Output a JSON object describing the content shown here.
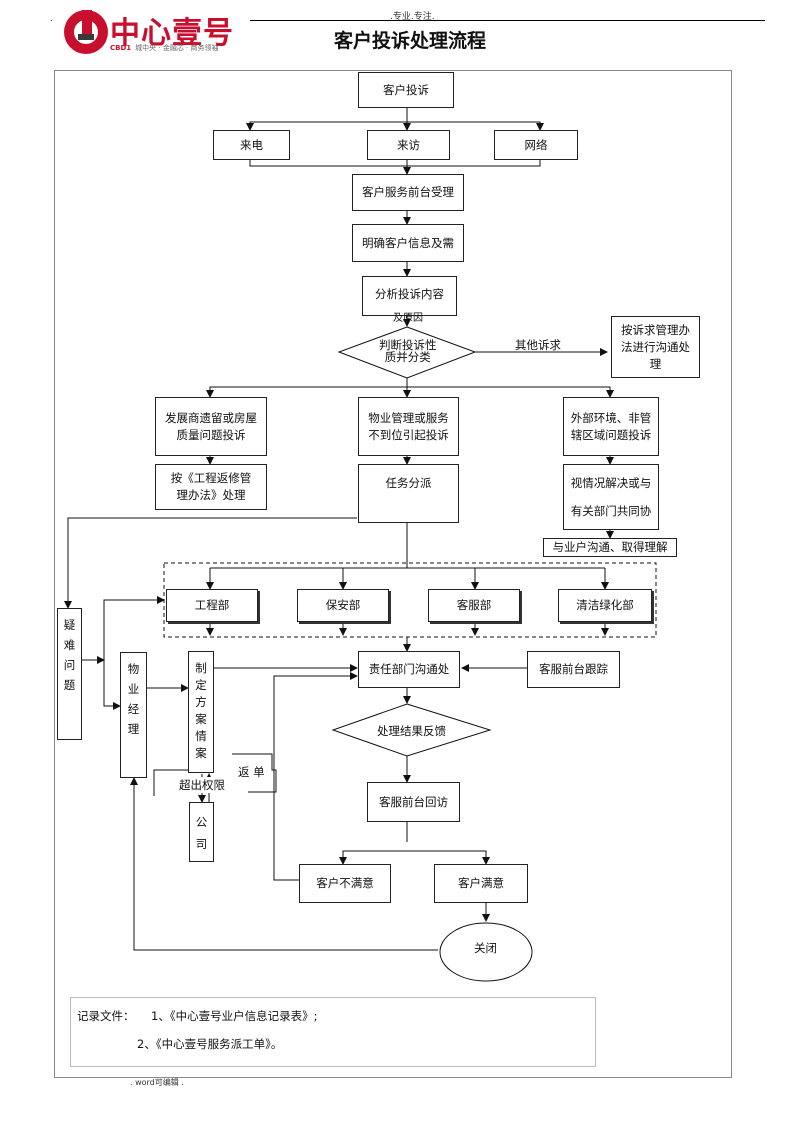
{
  "header": {
    "dot": ".",
    "note": ".专业.专注.",
    "logo_text": "中心壹号",
    "logo_sub_brand": "CBD1",
    "logo_sub_tagline": "城中央 · 金融芯 · 商务领袖",
    "title": "客户投诉处理流程"
  },
  "nodes": {
    "complaint": "客户投诉",
    "phone": "来电",
    "visit": "来访",
    "network": "网络",
    "front_desk": "客户服务前台受理",
    "confirm_info": "明确客户信息及需",
    "analyze": "分析投诉内容",
    "analyze_cause": "及原因",
    "judge_line1": "判断投诉性",
    "judge_line2": "质并分类",
    "other_label": "其他诉求",
    "other_handle": "按诉求管理办法进行沟通处理",
    "developer": "发展商遗留或房屋质量问题投诉",
    "property_mgmt": "物业管理或服务不到位引起投诉",
    "external": "外部环境、非管辖区域问题投诉",
    "engineering_method": "按《工程返修管理办法》处理",
    "dispatch": "任务分派",
    "case_line1": "视情况解决或与",
    "case_line2": "有关部门共同协",
    "owner_comm": "与业户沟通、取得理解",
    "dept_engineering": "工程部",
    "dept_security": "保安部",
    "dept_customer": "客服部",
    "dept_cleaning": "清洁绿化部",
    "difficult": [
      "疑",
      "难",
      "问",
      "题"
    ],
    "manager": [
      "物",
      "业",
      "经",
      "理"
    ],
    "plan": [
      "制",
      "定",
      "方",
      "案",
      "情",
      "案"
    ],
    "company": [
      "公",
      "司"
    ],
    "exceed_label": "超出权限",
    "return_label": "返  单",
    "responsible": "责任部门沟通处",
    "front_followup": "客服前台跟踪",
    "feedback": "处理结果反馈",
    "revisit": "客服前台回访",
    "unsatisfied": "客户不满意",
    "satisfied": "客户满意",
    "close": "关闭"
  },
  "records": {
    "label": "记录文件：",
    "item1": "1、《中心壹号业户信息记录表》;",
    "item2": "2、《中心壹号服务派工单》。"
  },
  "footer": ". word可编辑 ."
}
